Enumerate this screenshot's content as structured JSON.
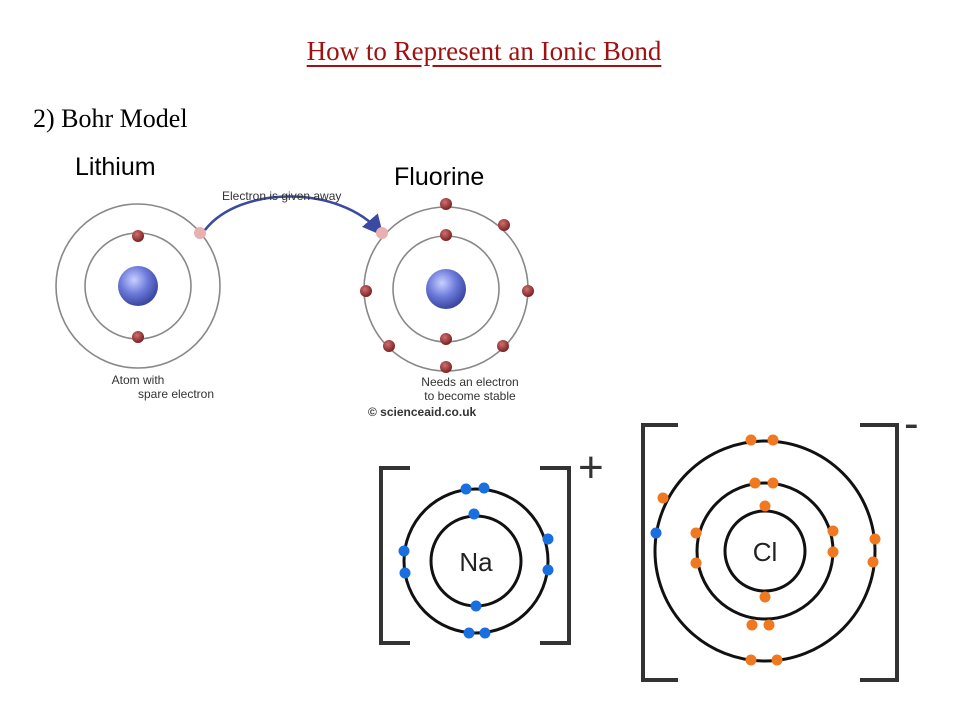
{
  "title": "How to Represent an Ionic Bond",
  "subtitle": "2) Bohr Model",
  "lithium_label": "Lithium",
  "fluorine_label": "Fluorine",
  "transfer_caption": "Electron is given away",
  "lithium_caption": [
    "Atom with",
    "spare electron"
  ],
  "fluorine_caption": [
    "Needs an electron",
    "to become stable"
  ],
  "credit": "© scienceaid.co.uk",
  "sodium_symbol": "Na",
  "sodium_charge": "+",
  "chlorine_symbol": "Cl",
  "chlorine_charge": "-",
  "colors": {
    "title": "#a01010",
    "nucleus": "#6a78d8",
    "electron": "#8b2b2b",
    "transferred_electron": "#e8b0b0",
    "arrow": "#3a4aa0",
    "sodium_electron": "#1a6fe0",
    "chlorine_electron": "#f07820",
    "transferred_chlorine_electron": "#1a6fe0"
  }
}
